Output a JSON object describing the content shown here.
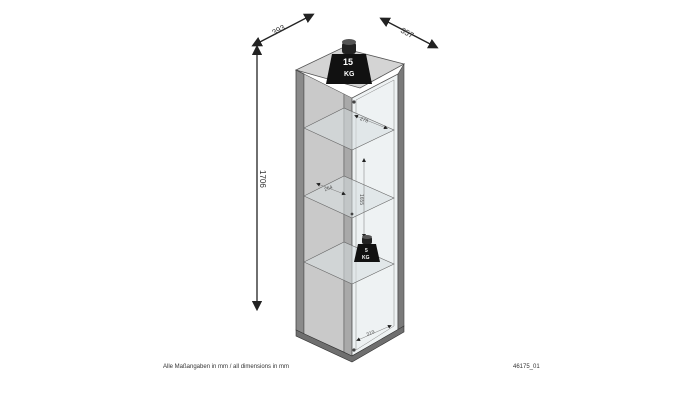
{
  "dimensions": {
    "width": "393",
    "depth": "357",
    "height": "1706",
    "inner_depth_top": "278",
    "inner_depth_mid": "264",
    "inner_height": "1655",
    "inner_width_bottom": "319"
  },
  "loads": {
    "top": {
      "value": "15",
      "unit": "KG"
    },
    "shelf": {
      "value": "5",
      "unit": "KG"
    }
  },
  "footer": {
    "note": "Alle Maßangaben in mm / all dimensions in mm",
    "code": "46175_01"
  }
}
